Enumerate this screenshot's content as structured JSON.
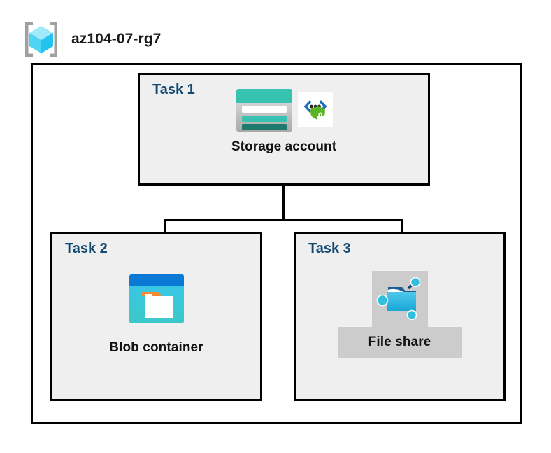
{
  "diagram": {
    "resource_group": {
      "icon": "resource-group-cube-icon",
      "name": "az104-07-rg7"
    },
    "colors": {
      "task_label": "#134a73",
      "box_fill": "#efefef",
      "box_border": "#000000",
      "plate_fill": "#cccccc",
      "canvas": "#ffffff",
      "storage_teal": "#37c2b1",
      "storage_dark_teal": "#1f7a6e",
      "blob_blue": "#0078d4",
      "blob_cyan": "#32bedd",
      "blob_orange": "#f7892b",
      "fileshare_blue": "#32bedd",
      "shield_green": "#5bb522"
    },
    "tasks": [
      {
        "label": "Task 1",
        "node": {
          "icon": "storage-account-icon",
          "badge_icon": "encryption-shield-icon",
          "caption": "Storage account"
        }
      },
      {
        "label": "Task 2",
        "node": {
          "icon": "blob-container-icon",
          "caption": "Blob container"
        }
      },
      {
        "label": "Task 3",
        "node": {
          "icon": "file-share-icon",
          "caption": "File share"
        }
      }
    ],
    "connectors": [
      {
        "name": "storage-to-bus-trunk"
      },
      {
        "name": "horizontal-bus"
      },
      {
        "name": "bus-to-blob-container"
      },
      {
        "name": "bus-to-file-share"
      }
    ]
  }
}
